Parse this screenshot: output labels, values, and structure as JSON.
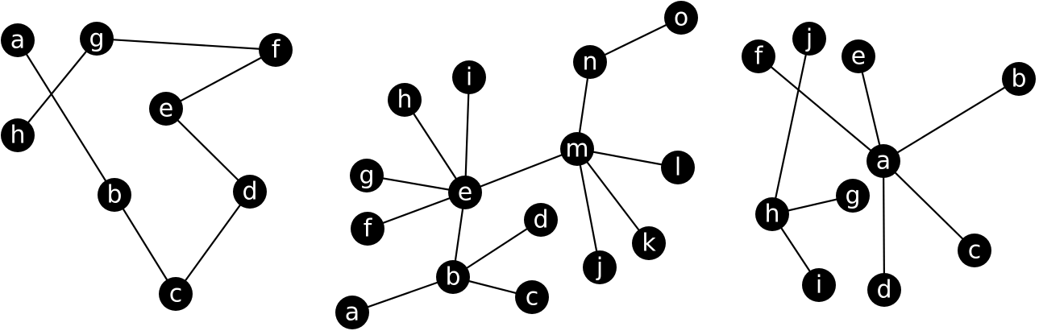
{
  "colors": {
    "background": "#ffffff",
    "node_fill": "#000000",
    "node_text": "#ffffff",
    "edge": "#000000"
  },
  "graphs": [
    {
      "id": "graph-1",
      "nodes": [
        "a",
        "g",
        "f",
        "h",
        "e",
        "b",
        "d",
        "c"
      ],
      "edges": [
        [
          "a",
          "b"
        ],
        [
          "g",
          "h"
        ],
        [
          "g",
          "f"
        ],
        [
          "f",
          "e"
        ],
        [
          "e",
          "d"
        ],
        [
          "d",
          "c"
        ],
        [
          "b",
          "c"
        ]
      ]
    },
    {
      "id": "graph-2",
      "nodes": [
        "o",
        "n",
        "i",
        "h",
        "m",
        "l",
        "g",
        "e",
        "f",
        "d",
        "k",
        "j",
        "b",
        "c",
        "a"
      ],
      "edges": [
        [
          "n",
          "o"
        ],
        [
          "n",
          "m"
        ],
        [
          "m",
          "l"
        ],
        [
          "m",
          "k"
        ],
        [
          "m",
          "j"
        ],
        [
          "m",
          "e"
        ],
        [
          "e",
          "i"
        ],
        [
          "e",
          "h"
        ],
        [
          "e",
          "g"
        ],
        [
          "e",
          "f"
        ],
        [
          "e",
          "b"
        ],
        [
          "b",
          "d"
        ],
        [
          "b",
          "c"
        ],
        [
          "b",
          "a"
        ]
      ]
    },
    {
      "id": "graph-3",
      "nodes": [
        "f",
        "j",
        "e",
        "b",
        "a",
        "g",
        "h",
        "c",
        "i",
        "d"
      ],
      "edges": [
        [
          "f",
          "a"
        ],
        [
          "e",
          "a"
        ],
        [
          "b",
          "a"
        ],
        [
          "a",
          "c"
        ],
        [
          "a",
          "d"
        ],
        [
          "j",
          "h"
        ],
        [
          "h",
          "g"
        ],
        [
          "h",
          "i"
        ]
      ]
    }
  ]
}
